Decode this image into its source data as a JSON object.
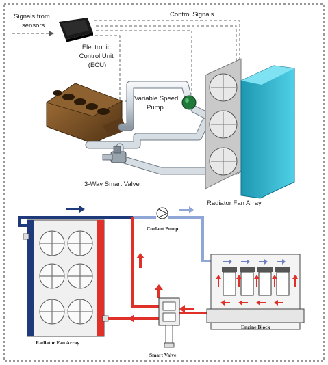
{
  "top_diagram": {
    "signals_from_sensors": [
      "Signals from",
      "sensors"
    ],
    "ecu_label": [
      "Electronic",
      "Control Unit",
      "(ECU)"
    ],
    "control_signals": "Control Signals",
    "pump_label": [
      "Variable Speed",
      "Pump"
    ],
    "valve_label": "3-Way Smart Valve",
    "fan_array_label": "Radiator Fan Array"
  },
  "bottom_diagram": {
    "coolant_pump": "Coolant Pump",
    "radiator_fan_array": "Radiator Fan Array",
    "smart_valve": "Smart Valve",
    "engine_block": "Engine Block"
  },
  "colors": {
    "cold_line": "#1f3a7a",
    "light_cold_line": "#8fa6d6",
    "hot_line": "#e0302a",
    "radiator_cyan": "#2fb6cf",
    "engine_bronze": "#7a4f22",
    "pump_green": "#1f7a3a"
  }
}
